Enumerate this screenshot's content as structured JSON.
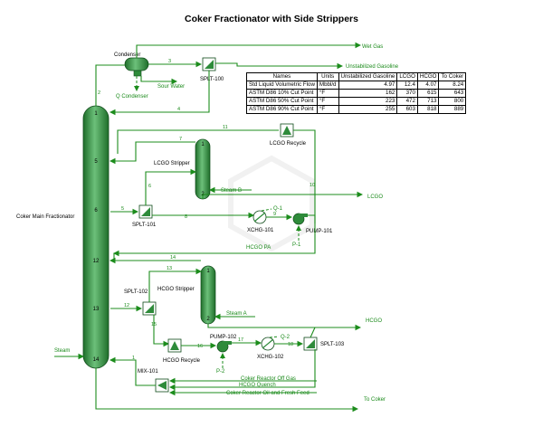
{
  "title": "Coker Fractionator with Side Strippers",
  "labels": {
    "condenser": "Condenser",
    "wet_gas": "Wet Gas",
    "unstab_gasoline": "Unstabilized Gasoline",
    "sour_water": "Sour Water",
    "q_condenser": "Q Condenser",
    "splt100": "SPLT-100",
    "lcgo_recycle": "LCGO Recycle",
    "lcgo_stripper": "LCGO Stripper",
    "steam_b": "Steam B",
    "lcgo": "LCGO",
    "splt101": "SPLT-101",
    "xchg101": "XCHG-101",
    "pump101": "PUMP-101",
    "q1": "Q-1",
    "p1": "P-1",
    "main_frac": "Coker Main Fractionator",
    "hcgo_pa": "HCGO PA",
    "splt102": "SPLT-102",
    "hcgo_stripper": "HCGO Stripper",
    "steam_a": "Steam A",
    "hcgo": "HCGO",
    "pump102": "PUMP-102",
    "q2": "Q-2",
    "xchg102": "XCHG-102",
    "splt103": "SPLT-103",
    "p2": "P-2",
    "hcgo_recycle": "HCGO Recycle",
    "mix101": "MIX-101",
    "steam": "Steam",
    "off_gas": "Coker Reactor Off Gas",
    "hcgo_quench": "HCGO Quench",
    "oil_feed": "Coker Reactor Oil and Fresh Feed",
    "to_coker": "To Coker"
  },
  "stream_numbers": {
    "s1": "1",
    "s2": "2",
    "s3": "3",
    "s4": "4",
    "s5": "5",
    "s6": "6",
    "s7": "7",
    "s8": "8",
    "s9": "9",
    "s10": "10",
    "s11": "11",
    "s12": "12",
    "s13": "13",
    "s14": "14",
    "s15": "15",
    "s16": "16",
    "s17": "17",
    "s18": "18"
  },
  "trays": {
    "main": [
      "1",
      "5",
      "6",
      "12",
      "13",
      "14"
    ],
    "lcgo_top": "1",
    "lcgo_bot": "2",
    "hcgo_top": "1",
    "hcgo_bot": "2"
  },
  "table": {
    "headers": [
      "Names",
      "Units",
      "Unstabilized Gasoline",
      "LCGO",
      "HCGO",
      "To Coker"
    ],
    "rows": [
      [
        "Std Liquid Volumetric Flow",
        "Mbbl/d",
        "4.97",
        "12.4",
        "4.07",
        "8.24"
      ],
      [
        "ASTM D86 10% Cut Point",
        "°F",
        "162",
        "370",
        "615",
        "643"
      ],
      [
        "ASTM D86 50% Cut Point",
        "°F",
        "223",
        "472",
        "713",
        "800"
      ],
      [
        "ASTM D86 90% Cut Point",
        "°F",
        "255",
        "603",
        "818",
        "889"
      ]
    ]
  },
  "colors": {
    "stream": "#1c8c1c",
    "vessel": "#2e8b3a"
  }
}
